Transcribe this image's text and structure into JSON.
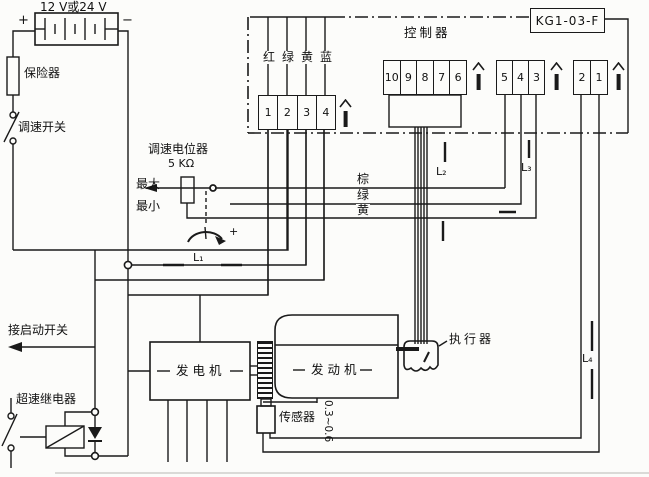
{
  "battery": {
    "title": "12 V或24 V",
    "plus": "+",
    "minus": "−"
  },
  "components": {
    "fuse": "保险器",
    "speed_switch": "调速开关",
    "pot_title": "调速电位器",
    "pot_value": "5 KΩ",
    "pot_max": "最大",
    "pot_min": "最小",
    "pot_plus": "+",
    "start_switch": "接启动开关",
    "overspeed_relay": "超速继电器",
    "generator": "发电机",
    "engine": "发动机",
    "actuator": "执行器",
    "sensor": "传感器",
    "controller": "控制器",
    "model": "KG1-03-F",
    "gap": "0.3~0.6"
  },
  "wire_labels": {
    "harness": [
      "红",
      "绿",
      "黄",
      "蓝"
    ],
    "brown": "棕",
    "green": "绿",
    "yellow": "黄",
    "l1": "L₁",
    "l2": "L₂",
    "l3": "L₃",
    "l4": "L₄"
  },
  "terminals": {
    "a": [
      "1",
      "2",
      "3",
      "4"
    ],
    "b": [
      "10",
      "9",
      "8",
      "7",
      "6"
    ],
    "c": [
      "5",
      "4",
      "3"
    ],
    "d": [
      "2",
      "1"
    ]
  }
}
